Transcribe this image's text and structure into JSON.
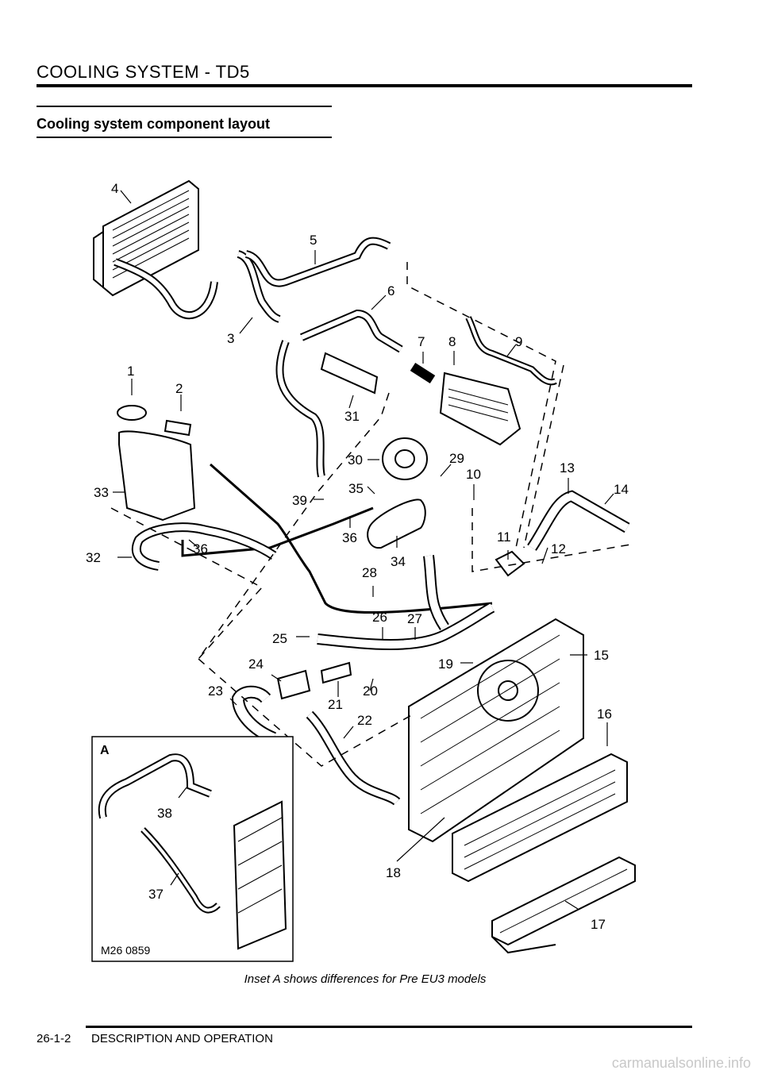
{
  "header": {
    "title": "COOLING SYSTEM - TD5"
  },
  "section": {
    "title": "Cooling system component layout"
  },
  "diagram": {
    "callouts": [
      "1",
      "2",
      "3",
      "4",
      "5",
      "6",
      "7",
      "8",
      "9",
      "10",
      "11",
      "12",
      "13",
      "14",
      "15",
      "16",
      "17",
      "18",
      "19",
      "20",
      "21",
      "22",
      "23",
      "24",
      "25",
      "26",
      "27",
      "28",
      "29",
      "30",
      "31",
      "32",
      "33",
      "34",
      "35",
      "36",
      "36",
      "37",
      "38",
      "39"
    ],
    "inset_label": "A",
    "figure_ref": "M26 0859"
  },
  "caption": "Inset A shows differences for Pre EU3 models",
  "footer": {
    "page_number": "26-1-2",
    "section_name": "DESCRIPTION AND OPERATION"
  },
  "watermark": "carmanualsonline.info"
}
